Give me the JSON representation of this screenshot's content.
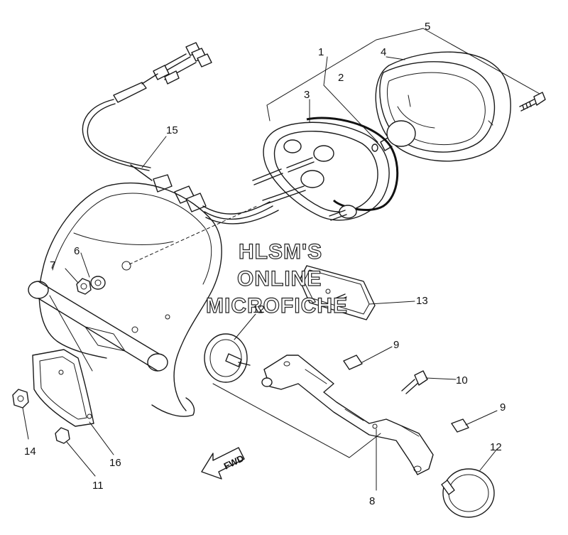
{
  "watermark": {
    "line1": "HLSM'S",
    "line2": "ONLINE",
    "line3": "MICROFICHE"
  },
  "direction_marker": "FWD",
  "callouts": {
    "c1": "1",
    "c2": "2",
    "c3": "3",
    "c4": "4",
    "c5": "5",
    "c6": "6",
    "c7": "7",
    "c8": "8",
    "c9a": "9",
    "c9b": "9",
    "c10": "10",
    "c11": "11",
    "c12a": "12",
    "c12b": "12",
    "c13": "13",
    "c14": "14",
    "c15": "15",
    "c16": "16"
  }
}
